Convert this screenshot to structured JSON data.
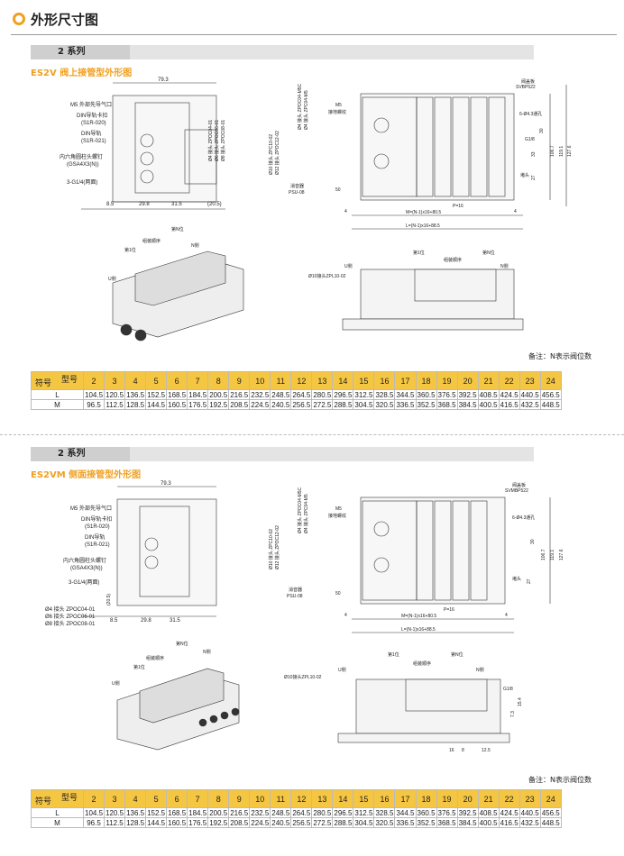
{
  "page_title": "外形尺寸图",
  "sections": [
    {
      "bar": "2 系列",
      "subtitle": "ES2V 阀上接管型外形图",
      "note": "备注：N表示阀位数",
      "labels": {
        "width_top": "79.3",
        "m5": "M5 外部先导气口",
        "din_clip": "DIN导轨卡扣",
        "din_clip_code": "(S1R-020)",
        "din_rail": "DIN导轨",
        "din_rail_code": "(S1R-021)",
        "hex_screw": "内六角圆柱头螺钉",
        "hex_screw_code": "(GSA4X3(N))",
        "port_g14": "3-G1/4(两面)",
        "dim_85": "8.5",
        "dim_298": "29.8",
        "dim_315": "31.5",
        "dim_205": "(20.5)",
        "fit_4": "Ø4 接头 ZPOC04-01",
        "fit_6": "Ø6 接头 ZPOC06-01",
        "fit_8": "Ø8 接头 ZPOC08-01",
        "fit_10": "Ø10 接头 ZPC10-02",
        "fit_12": "Ø12 接头 ZPOC12-02",
        "fit_4m5c": "Ø4 接头 ZPOC04-M5C",
        "fit_4m5": "Ø4 接头 ZPC04-M5",
        "m5_ground": "M5",
        "ground_screw": "接地螺纹",
        "muffler": "消音器",
        "muffler_code": "PSU-08",
        "dim_50": "50",
        "blank_plate": "阀盖板",
        "blank_code": "SVBP522",
        "holes": "6-Ø4.3通孔",
        "g18": "G1/8",
        "plug": "堵头",
        "p16": "P=16",
        "dim_30": "30",
        "dim_1067": "106.7",
        "dim_1191": "119.1",
        "dim_1276": "127.6",
        "dim_33": "33",
        "dim_27": "27",
        "dim_4": "4",
        "m_formula": "M=(N-1)x16+80.5",
        "l_formula": "L=(N-1)x16+88.5",
        "pos1": "第1位",
        "posn": "第N位",
        "order": "组装顺序",
        "u_side": "U侧",
        "n_side": "N侧",
        "fit_10b": "Ø10接头ZPL10-02"
      },
      "table": {
        "corner_top": "型号",
        "corner_bottom": "符号",
        "columns": [
          "2",
          "3",
          "4",
          "5",
          "6",
          "7",
          "8",
          "9",
          "10",
          "11",
          "12",
          "13",
          "14",
          "15",
          "16",
          "17",
          "18",
          "19",
          "20",
          "21",
          "22",
          "23",
          "24"
        ],
        "rows": [
          {
            "label": "L",
            "values": [
              "104.5",
              "120.5",
              "136.5",
              "152.5",
              "168.5",
              "184.5",
              "200.5",
              "216.5",
              "232.5",
              "248.5",
              "264.5",
              "280.5",
              "296.5",
              "312.5",
              "328.5",
              "344.5",
              "360.5",
              "376.5",
              "392.5",
              "408.5",
              "424.5",
              "440.5",
              "456.5"
            ]
          },
          {
            "label": "M",
            "values": [
              "96.5",
              "112.5",
              "128.5",
              "144.5",
              "160.5",
              "176.5",
              "192.5",
              "208.5",
              "224.5",
              "240.5",
              "256.5",
              "272.5",
              "288.5",
              "304.5",
              "320.5",
              "336.5",
              "352.5",
              "368.5",
              "384.5",
              "400.5",
              "416.5",
              "432.5",
              "448.5"
            ]
          }
        ]
      }
    },
    {
      "bar": "2 系列",
      "subtitle": "ES2VM 侧面接管型外形图",
      "note": "备注：N表示阀位数",
      "labels": {
        "width_top": "79.3",
        "m5": "M5 外部先导气口",
        "din_clip": "DIN导轨卡扣",
        "din_clip_code": "(S1R-020)",
        "din_rail": "DIN导轨",
        "din_rail_code": "(S1R-021)",
        "hex_screw": "内六角圆柱头螺钉",
        "hex_screw_code": "(GSA4X3(N))",
        "port_g14": "3-G1/4(两面)",
        "dim_205": "(20.5)",
        "dim_85": "8.5",
        "dim_298": "29.8",
        "dim_315": "31.5",
        "fit_4": "Ø4 接头 ZPOC04-01",
        "fit_6": "Ø6 接头 ZPOC06-01",
        "fit_8": "Ø8 接头 ZPOC08-01",
        "fit_10": "Ø10 接头 ZPC10-02",
        "fit_12": "Ø12 接头 ZPOC12-02",
        "fit_4m5c": "Ø4 接头 ZPOC04-M5C",
        "fit_4m5": "Ø4 接头 ZPC04-M5",
        "m5_ground": "M5",
        "ground_screw": "接地螺纹",
        "muffler": "消音器",
        "muffler_code": "PSU-08",
        "dim_50": "50",
        "blank_plate": "阀盖板",
        "blank_code": "SVMBP522",
        "holes": "6-Ø4.3通孔",
        "plug": "堵头",
        "p16": "P=16",
        "dim_30": "30",
        "dim_1067": "106.7",
        "dim_1191": "119.1",
        "dim_1276": "127.6",
        "dim_27": "27",
        "dim_4": "4",
        "m_formula": "M=(N-1)x16+80.5",
        "l_formula": "L=(N-1)x16+88.5",
        "pos1": "第1位",
        "posn": "第N位",
        "order": "组装顺序",
        "u_side": "U侧",
        "n_side": "N侧",
        "fit_10b": "Ø10接头ZPL10-02",
        "g18": "G1/8",
        "dim_154": "15.4",
        "dim_73": "7.3",
        "dim_16": "16",
        "dim_8": "8",
        "dim_125": "12.5"
      },
      "table": {
        "corner_top": "型号",
        "corner_bottom": "符号",
        "columns": [
          "2",
          "3",
          "4",
          "5",
          "6",
          "7",
          "8",
          "9",
          "10",
          "11",
          "12",
          "13",
          "14",
          "15",
          "16",
          "17",
          "18",
          "19",
          "20",
          "21",
          "22",
          "23",
          "24"
        ],
        "rows": [
          {
            "label": "L",
            "values": [
              "104.5",
              "120.5",
              "136.5",
              "152.5",
              "168.5",
              "184.5",
              "200.5",
              "216.5",
              "232.5",
              "248.5",
              "264.5",
              "280.5",
              "296.5",
              "312.5",
              "328.5",
              "344.5",
              "360.5",
              "376.5",
              "392.5",
              "408.5",
              "424.5",
              "440.5",
              "456.5"
            ]
          },
          {
            "label": "M",
            "values": [
              "96.5",
              "112.5",
              "128.5",
              "144.5",
              "160.5",
              "176.5",
              "192.5",
              "208.5",
              "224.5",
              "240.5",
              "256.5",
              "272.5",
              "288.5",
              "304.5",
              "320.5",
              "336.5",
              "352.5",
              "368.5",
              "384.5",
              "400.5",
              "416.5",
              "432.5",
              "448.5"
            ]
          }
        ]
      }
    }
  ]
}
